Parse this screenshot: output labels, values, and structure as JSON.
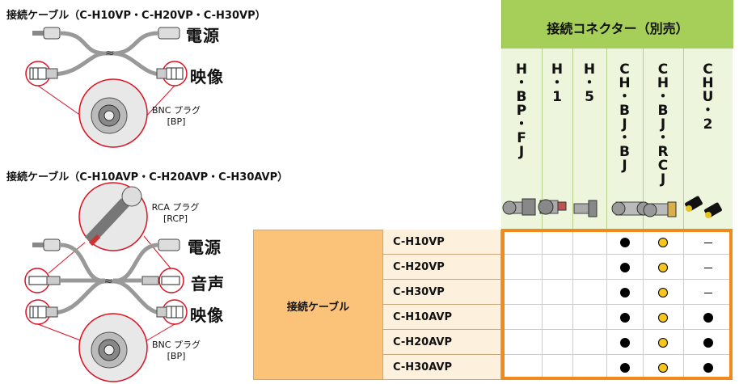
{
  "section1": {
    "title": "接続ケーブル（C-H10VP・C-H20VP・C-H30VP）",
    "power_label": "電源",
    "video_label": "映像",
    "bnc_plug_label": "BNC プラグ",
    "bnc_plug_code": "[BP]"
  },
  "section2": {
    "title": "接続ケーブル（C-H10AVP・C-H20AVP・C-H30AVP）",
    "rca_plug_label": "RCA プラグ",
    "rca_plug_code": "[RCP]",
    "power_label": "電源",
    "audio_label": "音声",
    "video_label": "映像",
    "bnc_plug_label": "BNC プラグ",
    "bnc_plug_code": "[BP]"
  },
  "connector_header": "接続コネクター（別売）",
  "connectors": [
    {
      "chars": [
        "H",
        "・",
        "B",
        "P",
        "・",
        "F",
        "J"
      ]
    },
    {
      "chars": [
        "H",
        "・",
        "1"
      ]
    },
    {
      "chars": [
        "H",
        "・",
        "5"
      ]
    },
    {
      "chars": [
        "C",
        "H",
        "・",
        "B",
        "J",
        "・",
        "B",
        "J"
      ]
    },
    {
      "chars": [
        "C",
        "H",
        "・",
        "B",
        "J",
        "・",
        "R",
        "C",
        "J"
      ]
    },
    {
      "chars": [
        "C",
        "H",
        "U",
        "・",
        "2"
      ]
    }
  ],
  "row_header": "接続ケーブル",
  "rows": [
    {
      "name": "C-H10VP",
      "marks": [
        "",
        "",
        "",
        "black",
        "yellow",
        "dash"
      ]
    },
    {
      "name": "C-H20VP",
      "marks": [
        "",
        "",
        "",
        "black",
        "yellow",
        "dash"
      ]
    },
    {
      "name": "C-H30VP",
      "marks": [
        "",
        "",
        "",
        "black",
        "yellow",
        "dash"
      ]
    },
    {
      "name": "C-H10AVP",
      "marks": [
        "",
        "",
        "",
        "black",
        "yellow",
        "black"
      ]
    },
    {
      "name": "C-H20AVP",
      "marks": [
        "",
        "",
        "",
        "black",
        "yellow",
        "black"
      ]
    },
    {
      "name": "C-H30AVP",
      "marks": [
        "",
        "",
        "",
        "black",
        "yellow",
        "black"
      ]
    }
  ],
  "colors": {
    "header_green": "#a6cf59",
    "column_green": "#eef5dd",
    "row_orange": "#fbc27a",
    "cell_cream": "#fdf1de",
    "highlight_orange": "#f28a1b"
  }
}
